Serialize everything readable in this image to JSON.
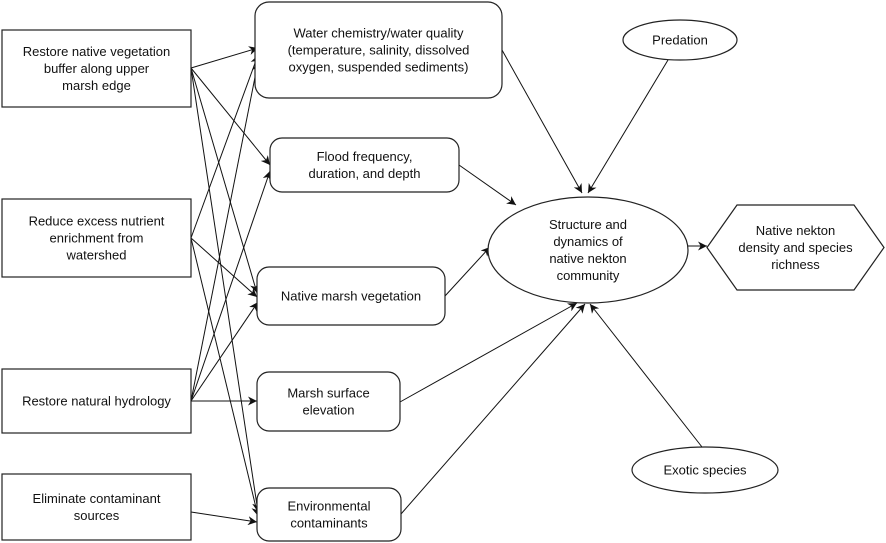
{
  "nodes": [
    {
      "id": "A",
      "kind": "action",
      "lines": [
        "Restore native vegetation",
        "buffer along upper",
        "marsh edge"
      ]
    },
    {
      "id": "B",
      "kind": "action",
      "lines": [
        "Reduce excess nutrient",
        "enrichment from",
        "watershed"
      ]
    },
    {
      "id": "C",
      "kind": "action",
      "lines": [
        "Restore natural hydrology"
      ]
    },
    {
      "id": "D",
      "kind": "action",
      "lines": [
        "Eliminate contaminant",
        "sources"
      ]
    },
    {
      "id": "W",
      "kind": "factor",
      "lines": [
        "Water chemistry/water quality",
        "(temperature, salinity, dissolved",
        "oxygen, suspended sediments)"
      ]
    },
    {
      "id": "F",
      "kind": "factor",
      "lines": [
        "Flood frequency,",
        "duration, and depth"
      ]
    },
    {
      "id": "N",
      "kind": "factor",
      "lines": [
        "Native marsh vegetation"
      ]
    },
    {
      "id": "M",
      "kind": "factor",
      "lines": [
        "Marsh surface",
        "elevation"
      ]
    },
    {
      "id": "E",
      "kind": "factor",
      "lines": [
        "Environmental",
        "contaminants"
      ]
    },
    {
      "id": "S",
      "kind": "core",
      "lines": [
        "Structure and",
        "dynamics of",
        "native nekton",
        "community"
      ]
    },
    {
      "id": "P",
      "kind": "stressor",
      "lines": [
        "Predation"
      ]
    },
    {
      "id": "X",
      "kind": "stressor",
      "lines": [
        "Exotic species"
      ]
    },
    {
      "id": "O",
      "kind": "outcome",
      "lines": [
        "Native nekton",
        "density and species",
        "richness"
      ]
    }
  ],
  "edges": [
    [
      "A",
      "W"
    ],
    [
      "A",
      "F"
    ],
    [
      "A",
      "N"
    ],
    [
      "A",
      "E"
    ],
    [
      "B",
      "W"
    ],
    [
      "B",
      "N"
    ],
    [
      "B",
      "E"
    ],
    [
      "C",
      "W"
    ],
    [
      "C",
      "F"
    ],
    [
      "C",
      "N"
    ],
    [
      "C",
      "M"
    ],
    [
      "D",
      "E"
    ],
    [
      "W",
      "S"
    ],
    [
      "F",
      "S"
    ],
    [
      "N",
      "S"
    ],
    [
      "M",
      "S"
    ],
    [
      "E",
      "S"
    ],
    [
      "P",
      "S"
    ],
    [
      "X",
      "S"
    ],
    [
      "S",
      "O"
    ]
  ]
}
